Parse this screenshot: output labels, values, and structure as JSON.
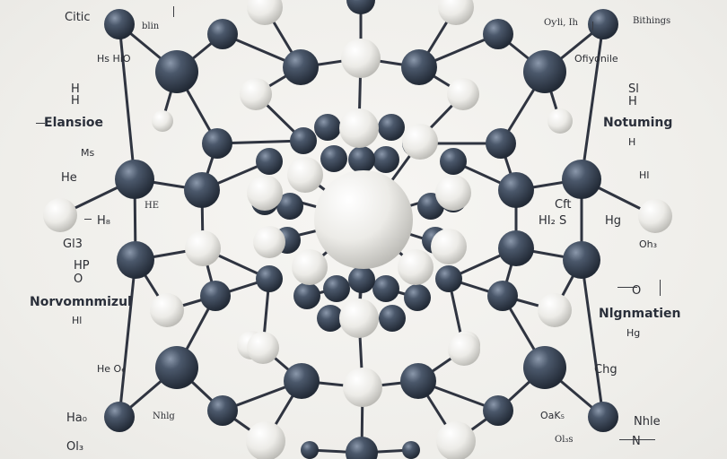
{
  "labels": [
    {
      "t": "Citic",
      "cls": "m"
    },
    {
      "t": "blin",
      "cls": "sc"
    },
    {
      "t": "Hs HiO",
      "cls": "s"
    },
    {
      "t": "H",
      "cls": "m"
    },
    {
      "t": "H",
      "cls": "m"
    },
    {
      "t": "Elansioe",
      "cls": "b"
    },
    {
      "t": "Ms",
      "cls": "s"
    },
    {
      "t": "He",
      "cls": "m"
    },
    {
      "t": "HE",
      "cls": "sc"
    },
    {
      "t": "H₈",
      "cls": "m"
    },
    {
      "t": "Gl3",
      "cls": "m"
    },
    {
      "t": "HP",
      "cls": "m"
    },
    {
      "t": "O",
      "cls": "m"
    },
    {
      "t": "Norvomnmizul",
      "cls": "b"
    },
    {
      "t": "Hl",
      "cls": "s"
    },
    {
      "t": "Oƴli, Ih",
      "cls": "sc"
    },
    {
      "t": "Bithings",
      "cls": "sc"
    },
    {
      "t": "Ofiyonile",
      "cls": "s"
    },
    {
      "t": "Sl",
      "cls": "m"
    },
    {
      "t": "H",
      "cls": "m"
    },
    {
      "t": "Notuming",
      "cls": "b"
    },
    {
      "t": "H",
      "cls": "s"
    },
    {
      "t": "HI",
      "cls": "s"
    },
    {
      "t": "Cft",
      "cls": "m"
    },
    {
      "t": "HI₂ S",
      "cls": "m"
    },
    {
      "t": "Hg",
      "cls": "m"
    },
    {
      "t": "Oh₃",
      "cls": "s"
    },
    {
      "t": "O",
      "cls": "m"
    },
    {
      "t": "Nlgnmatien",
      "cls": "b"
    },
    {
      "t": "Hg",
      "cls": "s"
    },
    {
      "t": "He O₆",
      "cls": "s"
    },
    {
      "t": "Ha₀",
      "cls": "m"
    },
    {
      "t": "Ol₃",
      "cls": "m"
    },
    {
      "t": "Nhlg",
      "cls": "sc"
    },
    {
      "t": "Chg",
      "cls": "m"
    },
    {
      "t": "OaK₅",
      "cls": "s"
    },
    {
      "t": "Ol₃s",
      "cls": "sc"
    },
    {
      "t": "Nhle",
      "cls": "m"
    },
    {
      "t": "N",
      "cls": "m"
    }
  ],
  "colors": {
    "dark_atom": "#3c4858",
    "light_atom": "#e8e7e3",
    "bond": "#2f3440",
    "background": "#f2f1ee"
  }
}
